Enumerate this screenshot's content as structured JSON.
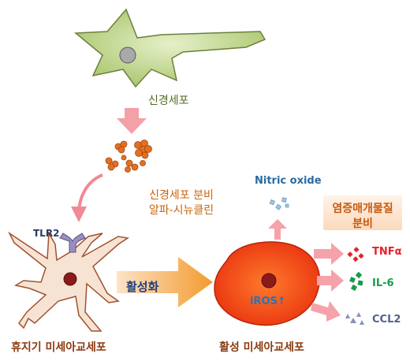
{
  "labels": {
    "neuron": "신경세포",
    "neuron_secreted_line1": "신경세포 분비",
    "neuron_secreted_line2": "알파-시뉴클린",
    "receptor": "TLR2",
    "activation": "활성화",
    "nitric_oxide": "Nitric oxide",
    "ros": "iROS",
    "ros_arrow": "↑",
    "inflammatory_line1": "염증매개물질",
    "inflammatory_line2": "분비",
    "tnf": "TNFα",
    "il6": "IL-6",
    "ccl2": "CCL2",
    "resting_microglia": "휴지기 미세아교세포",
    "activated_microglia": "활성 미세아교세포"
  },
  "colors": {
    "neuron_body": "#b9d384",
    "neuron_outline": "#6e7f3a",
    "alpha_synuclein": "#e2711f",
    "arrow_pink": "#f08a96",
    "resting_body": "#f7e3d3",
    "resting_outline": "#a0522d",
    "activated_body": "#ff5522",
    "activated_outline": "#b8260c",
    "nucleus": "#8b1a1a",
    "receptor": "#9a8fc0",
    "tnf": "#e8202a",
    "il6": "#1a9a4a",
    "ccl2": "#8a8fbd",
    "nitric_oxide": "#9cc3e0",
    "inflammatory_box": "#fde7d3"
  }
}
